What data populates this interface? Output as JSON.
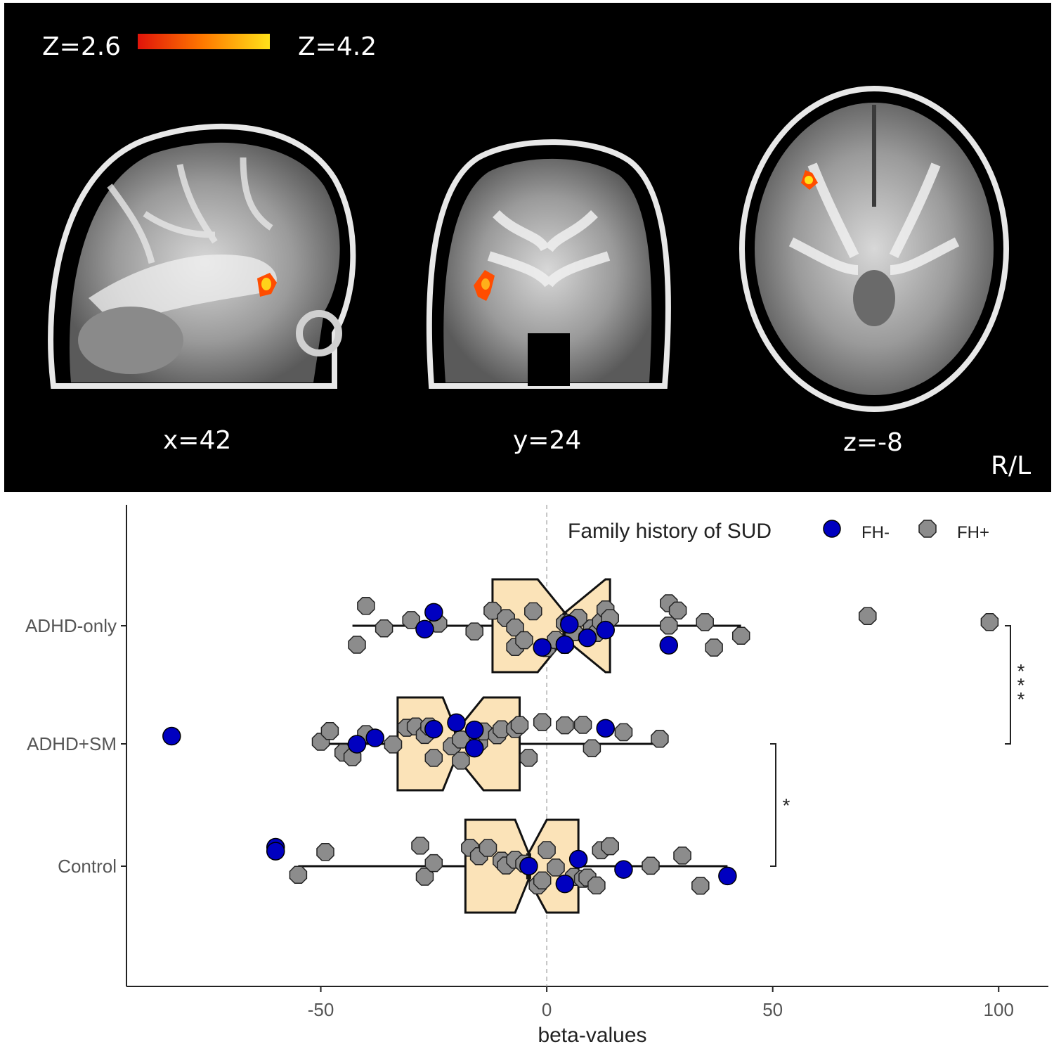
{
  "brain": {
    "colorbar": {
      "min_label": "Z=2.6",
      "max_label": "Z=4.2",
      "colors": [
        "#e0140a",
        "#ff7a00",
        "#ffe21a"
      ]
    },
    "slices": [
      {
        "label": "x=42",
        "view": "sagittal"
      },
      {
        "label": "y=24",
        "view": "coronal"
      },
      {
        "label": "z=-8",
        "view": "axial"
      }
    ],
    "orientation": "R/L",
    "activation_color": "#ff4d00"
  },
  "chart_data": {
    "type": "boxplot",
    "xlabel": "beta-values",
    "ylabel": "",
    "xlim": [
      -93,
      111
    ],
    "x_ticks": [
      -50,
      0,
      50,
      100
    ],
    "categories": [
      "ADHD-only",
      "ADHD+SM",
      "Control"
    ],
    "legend": {
      "title": "Family history of SUD",
      "position": "top-right",
      "entries": [
        {
          "label": "FH-",
          "color": "#0000c0"
        },
        {
          "label": "FH+",
          "color": "#8c8c8c"
        }
      ]
    },
    "grid": false,
    "box_fill": "#fbe3b8",
    "boxes": [
      {
        "group": "ADHD-only",
        "whisker_low": -43,
        "q1": -12,
        "notch_low": -2,
        "median": 4,
        "notch_high": 13,
        "q3": 14,
        "whisker_high": 43
      },
      {
        "group": "ADHD+SM",
        "whisker_low": -49,
        "q1": -33,
        "notch_low": -23,
        "median": -20,
        "notch_high": -14,
        "q3": -6,
        "whisker_high": 25
      },
      {
        "group": "Control",
        "whisker_low": -55,
        "q1": -18,
        "notch_low": -7,
        "median": -4,
        "notch_high": 0,
        "q3": 7,
        "whisker_high": 40
      }
    ],
    "points": [
      {
        "group": "ADHD-only",
        "fh": "FH+",
        "values": [
          -42,
          -40,
          -36,
          -30,
          -24,
          -16,
          -12,
          -9,
          -7,
          -7,
          -5,
          -3,
          0,
          2,
          4,
          4,
          5,
          6,
          7,
          9,
          10,
          11,
          12,
          13,
          14,
          27,
          27,
          29,
          35,
          37,
          43,
          71,
          98
        ]
      },
      {
        "group": "ADHD-only",
        "fh": "FH-",
        "values": [
          -25,
          -27,
          -1,
          4,
          5,
          9,
          13,
          27
        ]
      },
      {
        "group": "ADHD+SM",
        "fh": "FH+",
        "values": [
          -50,
          -48,
          -45,
          -43,
          -40,
          -34,
          -31,
          -29,
          -27,
          -26,
          -25,
          -21,
          -19,
          -19,
          -15,
          -14,
          -11,
          -10,
          -7,
          -6,
          -4,
          -1,
          4,
          8,
          10,
          17,
          25
        ]
      },
      {
        "group": "ADHD+SM",
        "fh": "FH-",
        "values": [
          -83,
          -38,
          -42,
          -25,
          -20,
          -16,
          -16,
          13
        ]
      },
      {
        "group": "Control",
        "fh": "FH+",
        "values": [
          -55,
          -49,
          -28,
          -27,
          -25,
          -17,
          -15,
          -13,
          -10,
          -9,
          -7,
          -5,
          -2,
          -1,
          0,
          2,
          6,
          8,
          9,
          11,
          12,
          14,
          23,
          30,
          34
        ]
      },
      {
        "group": "Control",
        "fh": "FH-",
        "values": [
          -60,
          -60,
          -4,
          4,
          7,
          17,
          40
        ]
      }
    ],
    "comparisons": [
      {
        "from": "ADHD-only",
        "to": "ADHD+SM",
        "label": "***"
      },
      {
        "from": "ADHD+SM",
        "to": "Control",
        "label": "*"
      }
    ]
  }
}
